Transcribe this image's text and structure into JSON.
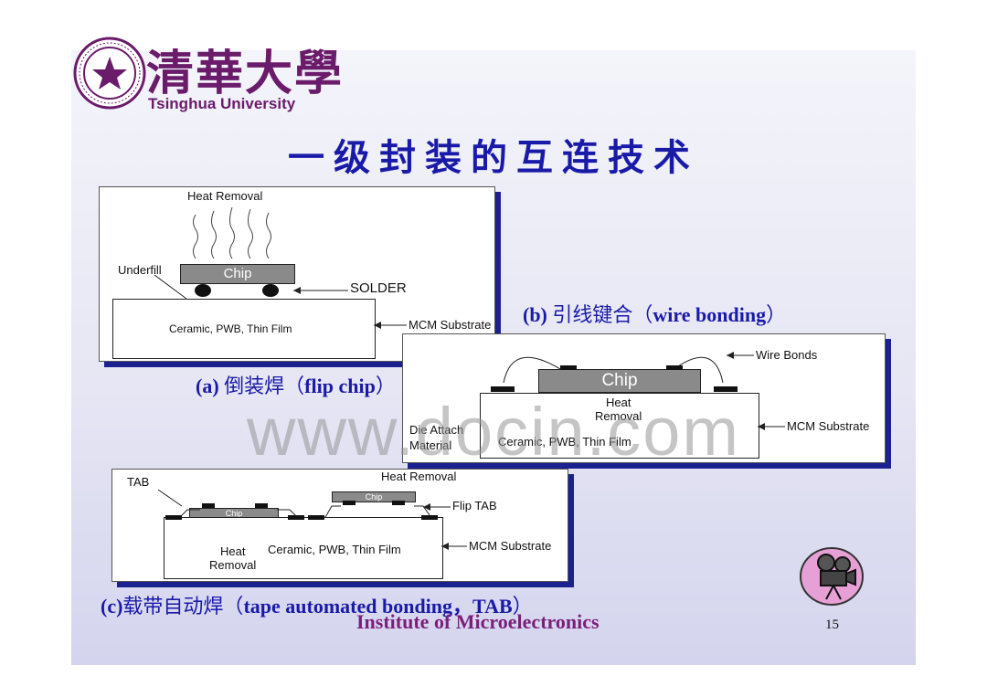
{
  "header": {
    "logo_cn": "清華大學",
    "logo_en": "Tsinghua University",
    "title": "一级封装的互连技术"
  },
  "panel_a": {
    "heat": "Heat Removal",
    "underfill": "Underfill",
    "chip": "Chip",
    "solder": "SOLDER",
    "substrate_text": "Ceramic, PWB, Thin Film",
    "mcm": "MCM Substrate",
    "caption_prefix": "(a)",
    "caption_cn": " 倒装焊（",
    "caption_en": "flip chip",
    "caption_end": "）"
  },
  "panel_b": {
    "caption_prefix": "(b)",
    "caption_cn": " 引线键合（",
    "caption_en": "wire bonding",
    "caption_end": "）",
    "wire_bonds": "Wire Bonds",
    "chip": "Chip",
    "heat": "Heat",
    "removal": "Removal",
    "mcm": "MCM Substrate",
    "die_attach": "Die Attach",
    "material": "Material",
    "substrate_text": "Ceramic, PWB, Thin Film"
  },
  "panel_c": {
    "tab": "TAB",
    "heat_top": "Heat Removal",
    "chip": "Chip",
    "flip_tab": "Flip TAB",
    "heat": "Heat",
    "removal": "Removal",
    "substrate_text": "Ceramic, PWB, Thin Film",
    "mcm": "MCM Substrate",
    "caption_prefix": "(c)",
    "caption_cn": "载带自动焊（",
    "caption_en": "tape automated bonding，TAB",
    "caption_end": "）"
  },
  "footer": {
    "institute": "Institute of Microelectronics",
    "page": "15"
  },
  "watermark": "www.docin.com",
  "icons": {
    "logo": "tsinghua-seal-icon",
    "camera": "movie-camera-icon"
  },
  "colors": {
    "title": "#1a1aa8",
    "shadow": "#1c2190",
    "footer": "#7a1f7a"
  }
}
